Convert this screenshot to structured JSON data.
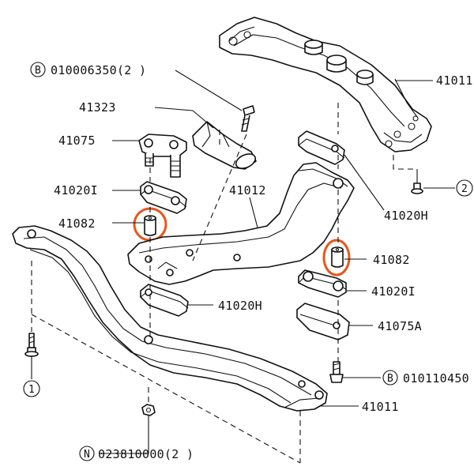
{
  "labels": {
    "p41011_top": "41011",
    "p41011_bottom": "41011",
    "p41323": "41323",
    "p41075": "41075",
    "p41075a": "41075A",
    "p41020i_left": "41020I",
    "p41020i_right": "41020I",
    "p41020h_left": "41020H",
    "p41020h_right": "41020H",
    "p41012": "41012",
    "p41082_left": "41082",
    "p41082_right": "41082",
    "bolt_b1": "010006350(2 )",
    "bolt_b2": "010110450",
    "nut_n": "023810000(2 )"
  },
  "markers": {
    "b_top": "B",
    "b_right": "B",
    "n_bottom": "N",
    "one": "1",
    "two": "2"
  },
  "colors": {
    "line": "#111111",
    "highlight": "#e8561c",
    "background": "#ffffff"
  }
}
